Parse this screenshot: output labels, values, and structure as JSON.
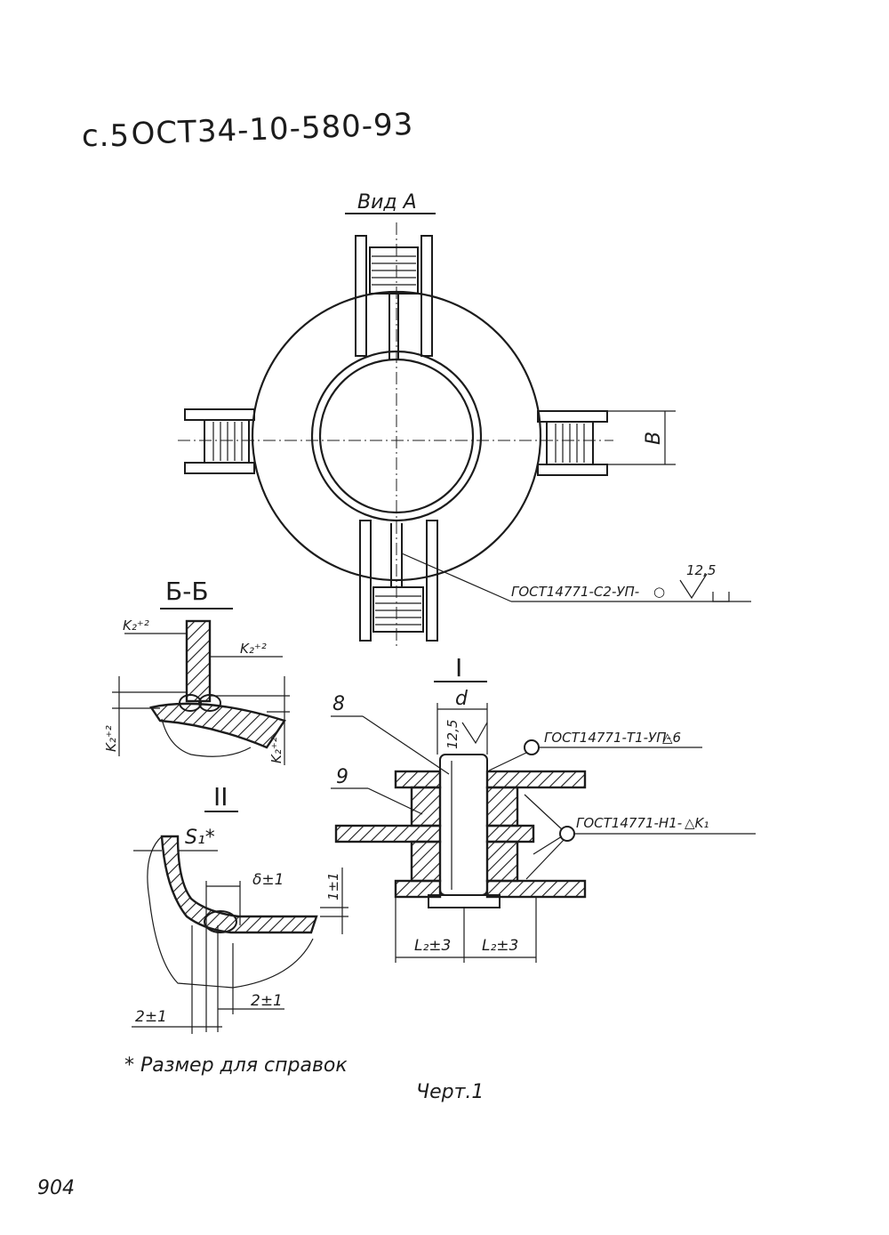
{
  "header": {
    "page": "с.5",
    "standard": "ОСТ34-10-580-93"
  },
  "view_a": {
    "title": "Вид А",
    "dim_b": "B"
  },
  "callouts": {
    "weld_c2": "ГОСТ14771-С2-УП-",
    "weld_c2_sym": "○",
    "roughness_main": "12,5",
    "weld_t1": "ГОСТ14771-Т1-УП-",
    "weld_t1_leg": "△6",
    "weld_h1": "ГОСТ14771-Н1-",
    "weld_h1_leg": "△K₁"
  },
  "section_bb": {
    "title": "Б-Б",
    "k_top_left": "K₂⁺²",
    "k_top_right": "K₂⁺²",
    "k_left": "K₂⁺²",
    "k_right": "K₂⁺²"
  },
  "detail_i": {
    "title": "I",
    "dim_d": "d",
    "roughness": "12,5",
    "pos_8": "8",
    "pos_9": "9",
    "l2_left": "L₂±3",
    "l2_right": "L₂±3"
  },
  "detail_ii": {
    "title": "II",
    "s1": "S₁*",
    "delta": "δ±1",
    "one": "1±1",
    "two_right": "2±1",
    "two_left": "2±1"
  },
  "footnote": "* Размер для справок",
  "caption": "Черт.1",
  "page_number": "904"
}
